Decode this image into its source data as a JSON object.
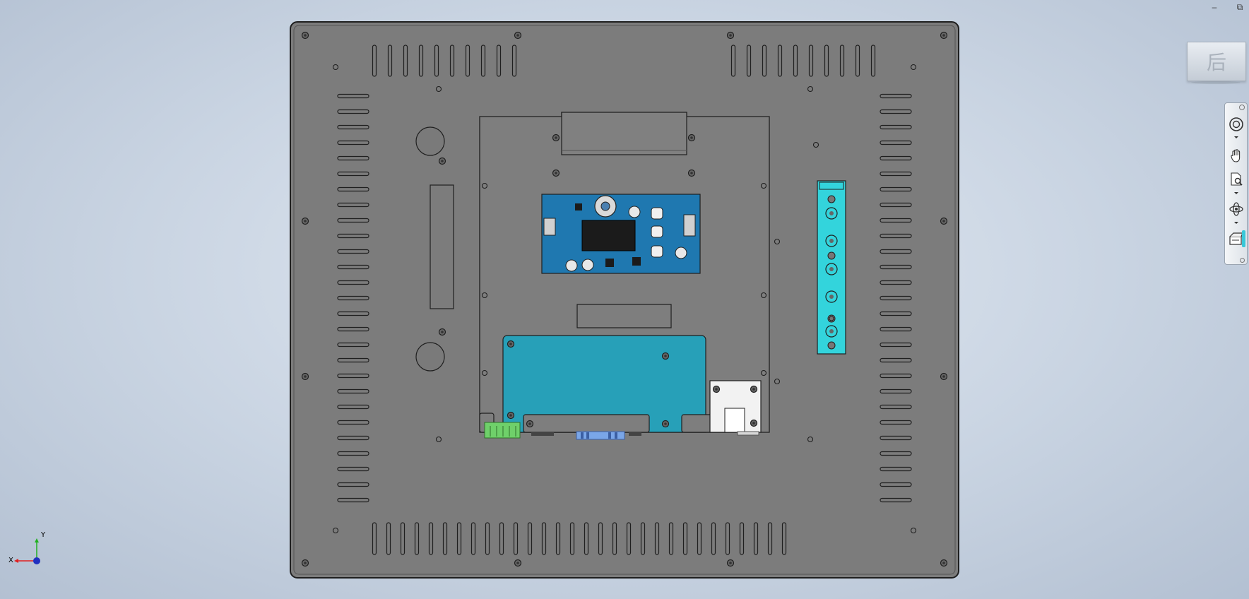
{
  "window": {
    "minimize_glyph": "–",
    "restore_glyph": "⧉"
  },
  "view_cube": {
    "face_label": "后"
  },
  "nav_bar": {
    "items": [
      "steering-wheel-icon",
      "pan-hand-icon",
      "zoom-icon",
      "orbit-icon",
      "view-camera-icon"
    ]
  },
  "axis_indicator": {
    "x_label": "X",
    "y_label": "Y",
    "x_color": "#e02020",
    "y_color": "#20b020",
    "z_color": "#2030c0"
  },
  "model": {
    "panel_color": "#7c7c7c",
    "edge_color": "#1f1f1f",
    "pcb_blue_color": "#1f78b0",
    "teal_board_color": "#27a0b8",
    "cyan_strip_color": "#33d4dc",
    "green_connector_color": "#6fd06a",
    "vga_color": "#7aa6e8",
    "white_plate_color": "#f2f2f2"
  }
}
